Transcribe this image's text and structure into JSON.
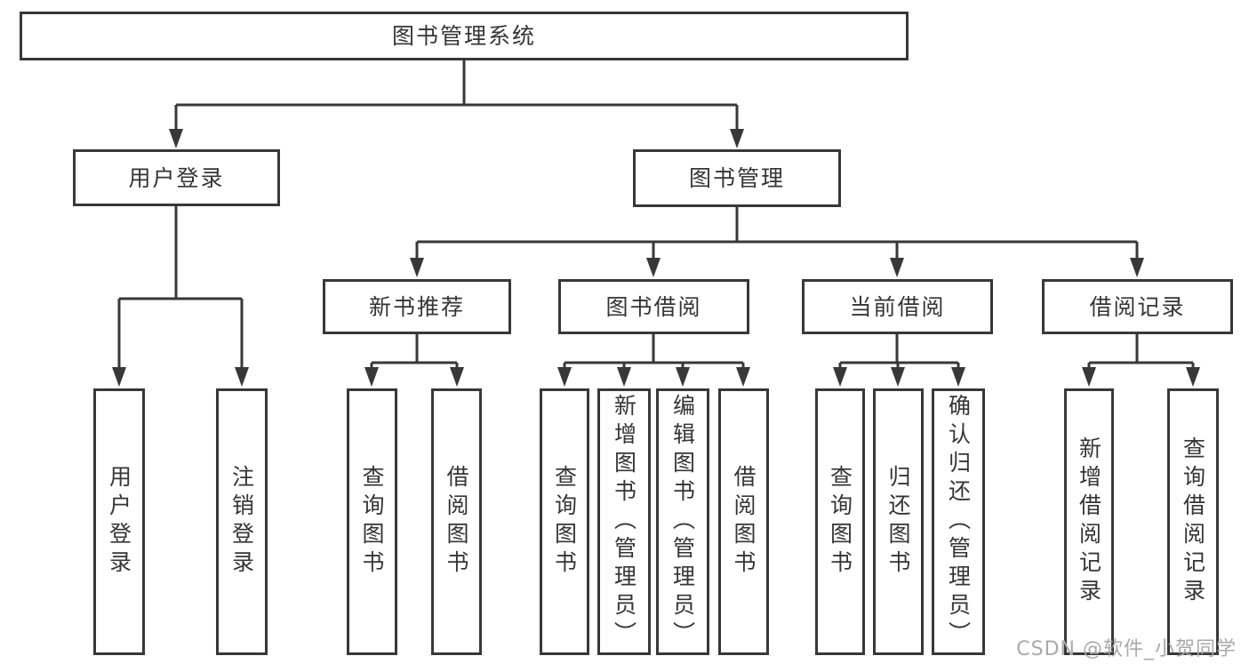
{
  "diagram": {
    "root": {
      "label": "图书管理系统"
    },
    "branches": [
      {
        "label": "用户登录",
        "leaves": [
          "用户登录",
          "注销登录"
        ]
      },
      {
        "label": "图书管理",
        "groups": [
          {
            "label": "新书推荐",
            "leaves": [
              "查询图书",
              "借阅图书"
            ]
          },
          {
            "label": "图书借阅",
            "leaves": [
              "查询图书",
              "新增图书（管理员）",
              "编辑图书（管理员）",
              "借阅图书"
            ]
          },
          {
            "label": "当前借阅",
            "leaves": [
              "查询图书",
              "归还图书",
              "确认归还（管理员）"
            ]
          },
          {
            "label": "借阅记录",
            "leaves": [
              "新增借阅记录",
              "查询借阅记录"
            ]
          }
        ]
      }
    ]
  },
  "watermark": {
    "text": "CSDN @软件_小贺同学"
  },
  "colors": {
    "line": "#383838",
    "text": "#353535",
    "background": "#ffffff",
    "watermark": "#a9a9a9"
  }
}
